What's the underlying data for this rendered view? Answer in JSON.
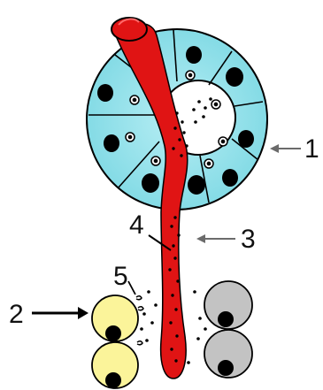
{
  "labels": {
    "one": "1",
    "two": "2",
    "three": "3",
    "four": "4",
    "five": "5"
  },
  "colors": {
    "ring_cell": "#8fe0ea",
    "vessel": "#e01414",
    "vessel_highlight": "#ff6b6b",
    "yellow_cell": "#fbf49a",
    "gray_cell": "#c3c3c3",
    "nucleus": "#000000",
    "outline": "#000000",
    "arrow_gray": "#6b6b6b",
    "arrow_black": "#000000"
  }
}
